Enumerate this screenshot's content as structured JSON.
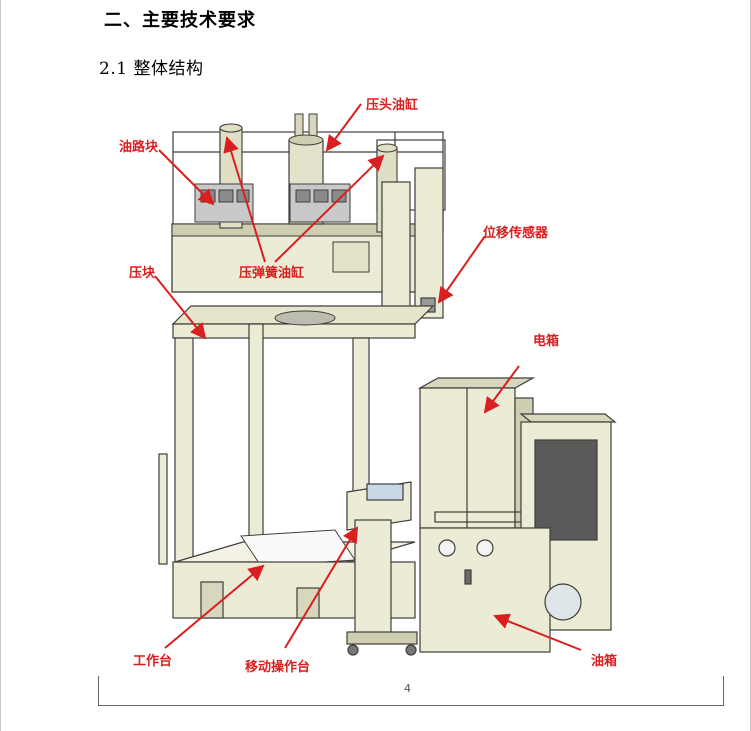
{
  "document": {
    "section_title": "二、主要技术要求",
    "subsection_title": "2.1 整体结构",
    "page_number": "4"
  },
  "figure": {
    "callouts": {
      "press_head_cylinder": "压头油缸",
      "oil_block": "油路块",
      "displacement_sensor": "位移传感器",
      "press_block": "压块",
      "spring_cylinder": "压弹簧油缸",
      "electric_box": "电箱",
      "worktable": "工作台",
      "mobile_console": "移动操作台",
      "oil_tank": "油箱"
    },
    "colors": {
      "machine_body": "#ecebd6",
      "machine_shadow": "#cfcdb2",
      "outline": "#3e3e3a",
      "callout": "#d91f1f"
    }
  }
}
